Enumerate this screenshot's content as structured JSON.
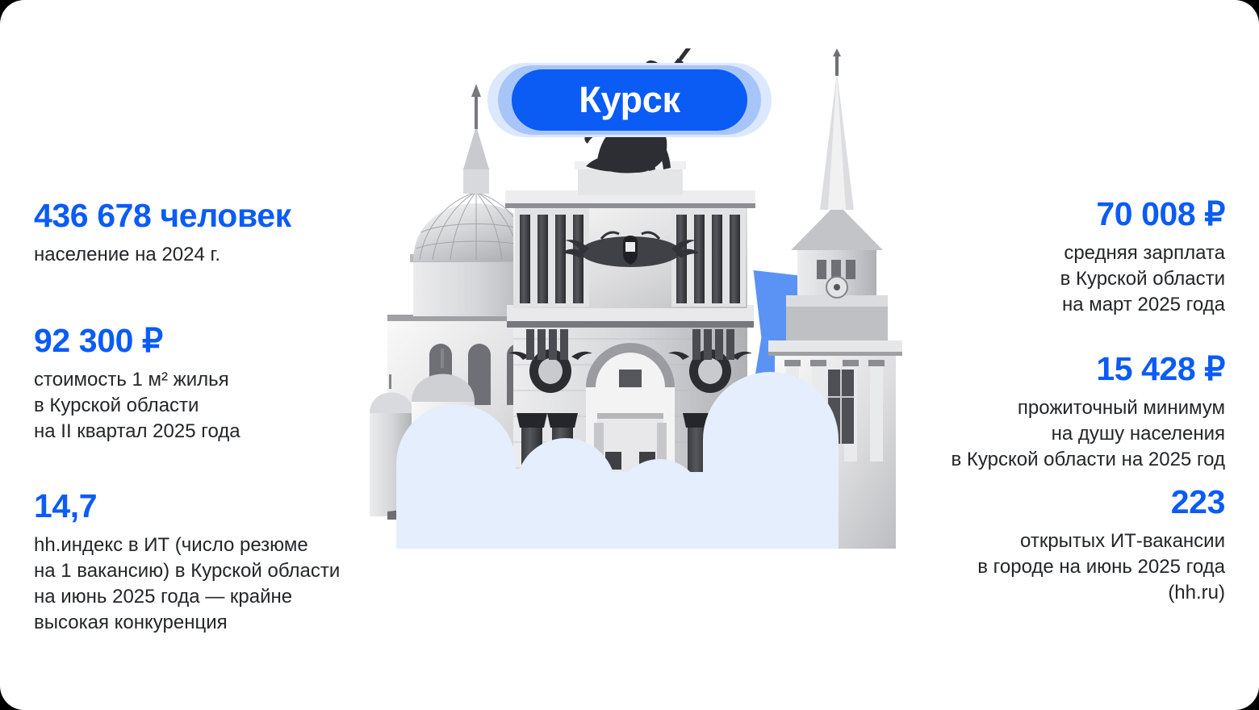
{
  "badge": {
    "city": "Курск"
  },
  "colors": {
    "accent_blue": "#0B5BF5",
    "mid_blue": "#5B93F5",
    "cloud_blue": "#E5EEFC",
    "glow_outer": "#DCE8FD",
    "glow_mid": "#A8C5FA",
    "text_dark": "#232529",
    "card_bg": "#FFFFFF",
    "page_bg": "#000000"
  },
  "stats": {
    "left": [
      {
        "id": "population",
        "value": "436 678 человек",
        "description": "население на 2024 г."
      },
      {
        "id": "housing-price",
        "value": "92 300 ₽",
        "description": "стоимость 1 м² жилья\nв Курской области\nна II квартал 2025 года"
      },
      {
        "id": "hh-index",
        "value": "14,7",
        "description": "hh.индекс в ИТ (число резюме\nна 1 вакансию) в Курской области\nна июнь 2025 года — крайне\nвысокая конкуренция"
      }
    ],
    "right": [
      {
        "id": "average-salary",
        "value": "70 008 ₽",
        "description": "средняя зарплата\nв Курской области\nна март 2025 года"
      },
      {
        "id": "living-wage",
        "value": "15 428 ₽",
        "description": "прожиточный минимум\nна душу населения\nв Курской области на 2025 год"
      },
      {
        "id": "it-vacancies",
        "value": "223",
        "description": "открытых ИТ-вакансии\nв городе на июнь 2025 года\n(hh.ru)"
      }
    ]
  },
  "artwork": {
    "description": "Grayscale photo collage of the Kursk Triumphal Arch with the equestrian statue of St. George, a cathedral dome on the left and a church spire on the right, over a light blue cloud shape"
  }
}
